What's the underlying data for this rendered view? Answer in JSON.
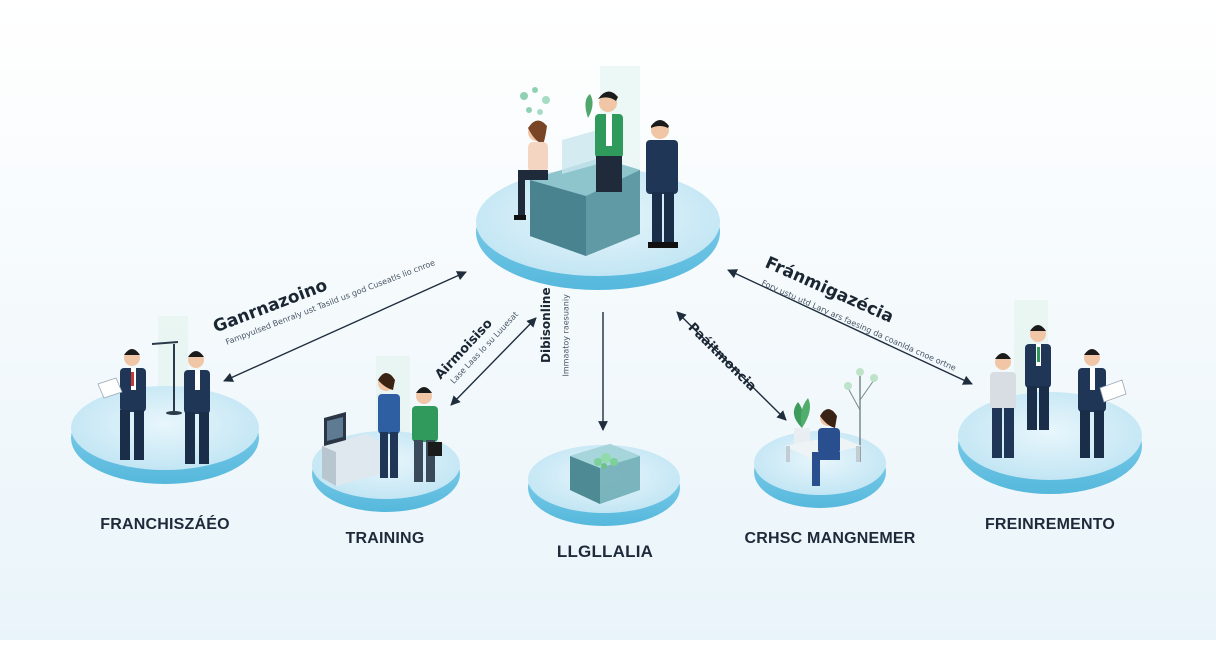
{
  "nodes": {
    "center": {
      "label": ""
    },
    "franchiszaeo": {
      "label": "FRANCHISZÁÉO"
    },
    "training": {
      "label": "TRAINING"
    },
    "llgllalia": {
      "label": "LLGLLALIA"
    },
    "crhsc": {
      "label": "CRHSC MANGNEMER"
    },
    "freinremento": {
      "label": "FREINREMENTO"
    }
  },
  "edges": {
    "left": {
      "title": "Ganrnazoino",
      "subtitle": "Fampyulsed Benraly ust Tasild us god Cuseatls lio cnroe"
    },
    "midleft": {
      "title": "Airmoisiso",
      "subtitle": "Lase Laas lo su Luuesat"
    },
    "middle": {
      "title": "Dibisonline",
      "subtitle": "Immaatoy raesuaniy"
    },
    "midright": {
      "title": "Paáitmoncia",
      "subtitle": ""
    },
    "right": {
      "title": "Fránmigazécia",
      "subtitle": "Fory ustu utd Lary ars faesing da coanlda cnoe ortne"
    }
  },
  "colors": {
    "platform_top": "#cdeaf6",
    "platform_rim": "#7ccbe8",
    "arrow": "#1f2d3d",
    "suit": "#1f3656",
    "green_shirt": "#2f9a5c",
    "desk": "#5f9aa5"
  }
}
